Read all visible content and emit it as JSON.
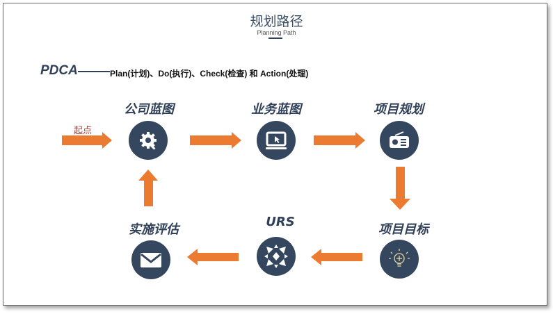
{
  "header": {
    "title": "规划路径",
    "subtitle": "Planning Path"
  },
  "pdca": {
    "label": "PDCA",
    "description": "Plan(计划)、Do(执行)、Check(检查) 和 Action(处理)"
  },
  "start_label": "起点",
  "steps": [
    {
      "label": "公司蓝图",
      "icon": "gear-wrench-icon"
    },
    {
      "label": "业务蓝图",
      "icon": "monitor-icon"
    },
    {
      "label": "项目规划",
      "icon": "radio-icon"
    },
    {
      "label": "项目目标",
      "icon": "lightbulb-icon"
    },
    {
      "label": "URS",
      "icon": "arrows-in-icon"
    },
    {
      "label": "实施评估",
      "icon": "envelope-icon"
    }
  ],
  "colors": {
    "node": "#34475f",
    "arrow": "#ec7b32",
    "title": "#3d4f66"
  }
}
